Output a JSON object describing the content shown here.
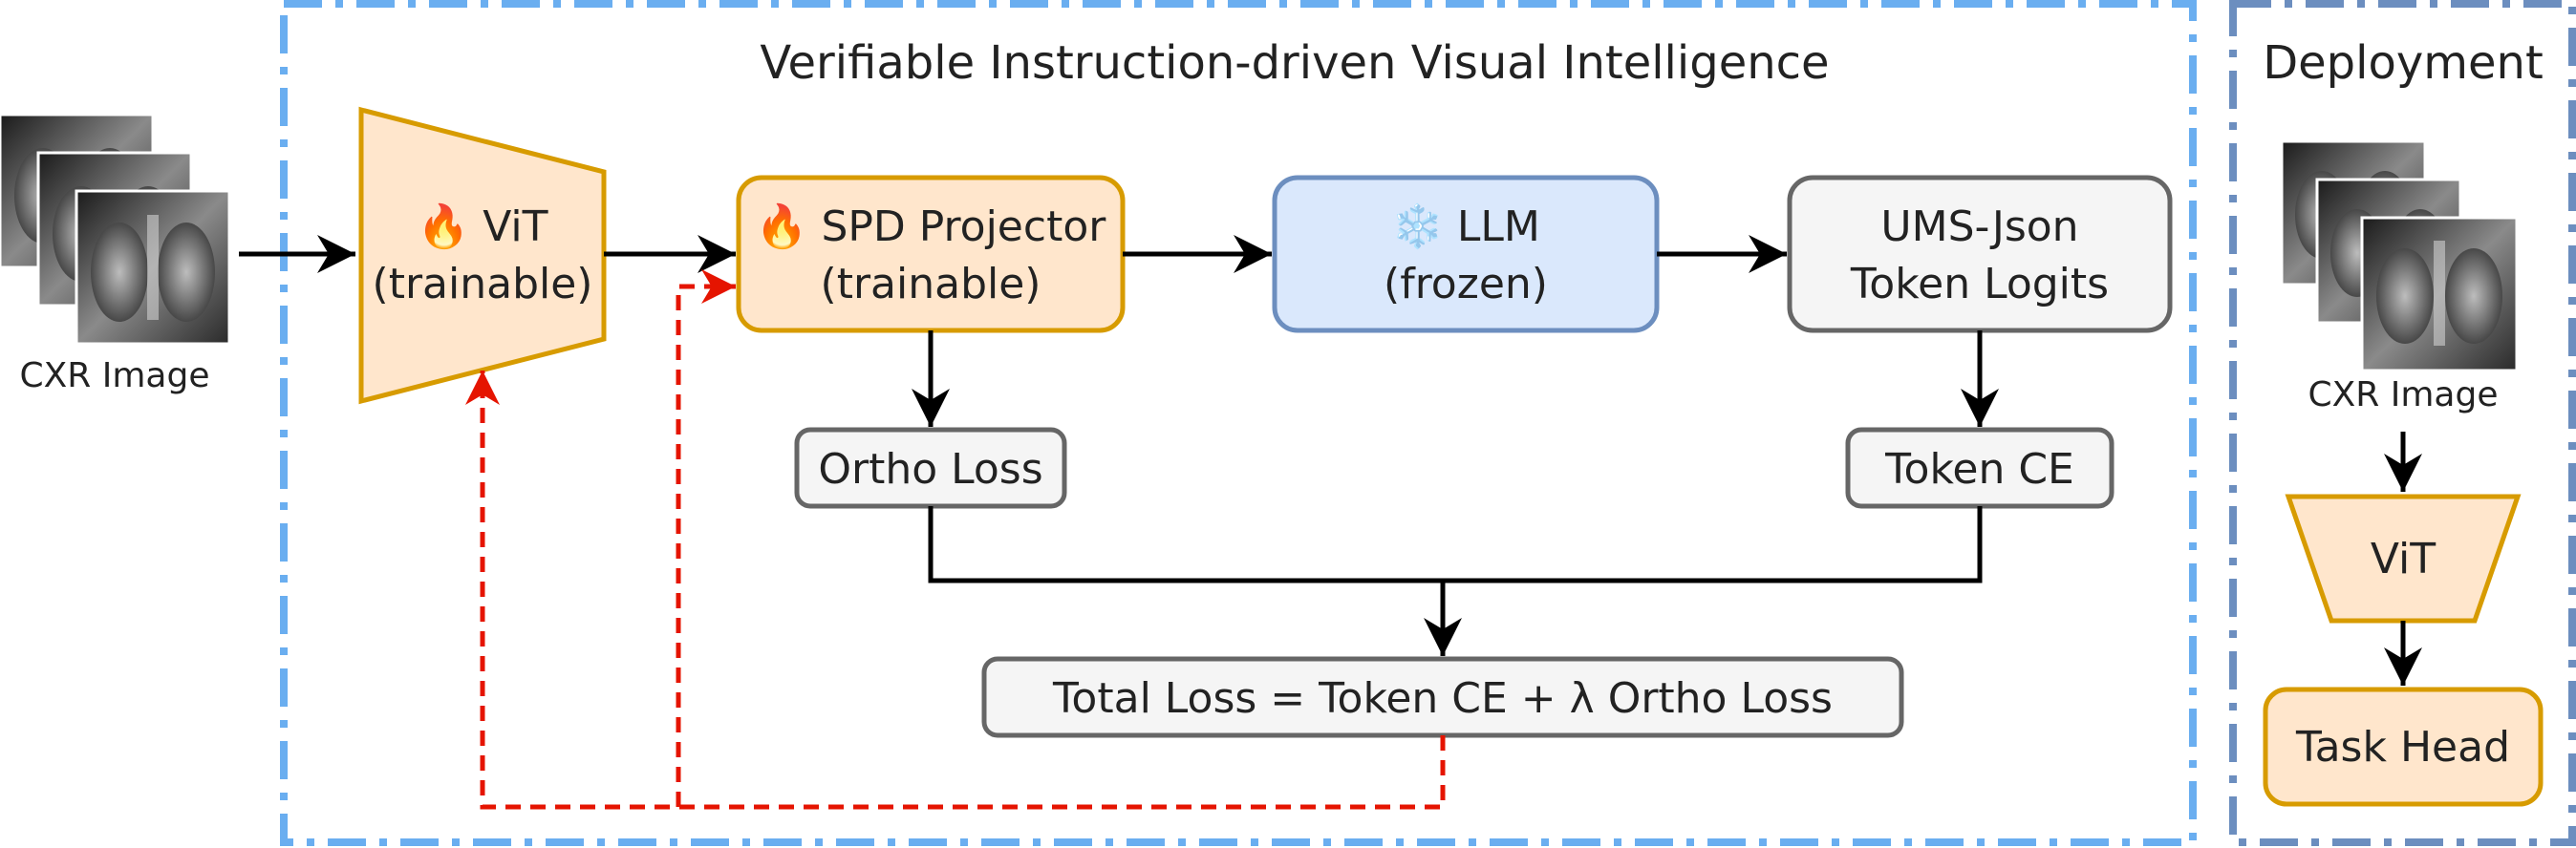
{
  "main_panel": {
    "title": "Verifiable Instruction-driven Visual Intelligence"
  },
  "deploy_panel": {
    "title": "Deployment",
    "image_label": "CXR Image",
    "vit_label": "ViT",
    "task_head_label": "Task Head"
  },
  "input": {
    "image_label": "CXR Image"
  },
  "nodes": {
    "vit": {
      "line1": "🔥 ViT",
      "line2": "(trainable)"
    },
    "spd": {
      "line1": "🔥 SPD Projector",
      "line2": "(trainable)"
    },
    "llm": {
      "line1": "❄️ LLM",
      "line2": "(frozen)"
    },
    "ums": {
      "line1": "UMS-Json",
      "line2": "Token Logits"
    },
    "ortho_loss": {
      "label": "Ortho Loss"
    },
    "token_ce": {
      "label": "Token CE"
    },
    "total_loss": {
      "label": "Total Loss = Token CE + λ Ortho Loss"
    }
  },
  "colors": {
    "main_border": "#6aaef0",
    "deploy_border": "#6c8ebf",
    "trainable_fill": "#ffe6cc",
    "trainable_stroke": "#d79b00",
    "frozen_fill": "#dae8fc",
    "frozen_stroke": "#6c8ebf",
    "gray_fill": "#f5f5f5",
    "gray_stroke": "#666666",
    "gradient_arrow": "#e51400"
  }
}
